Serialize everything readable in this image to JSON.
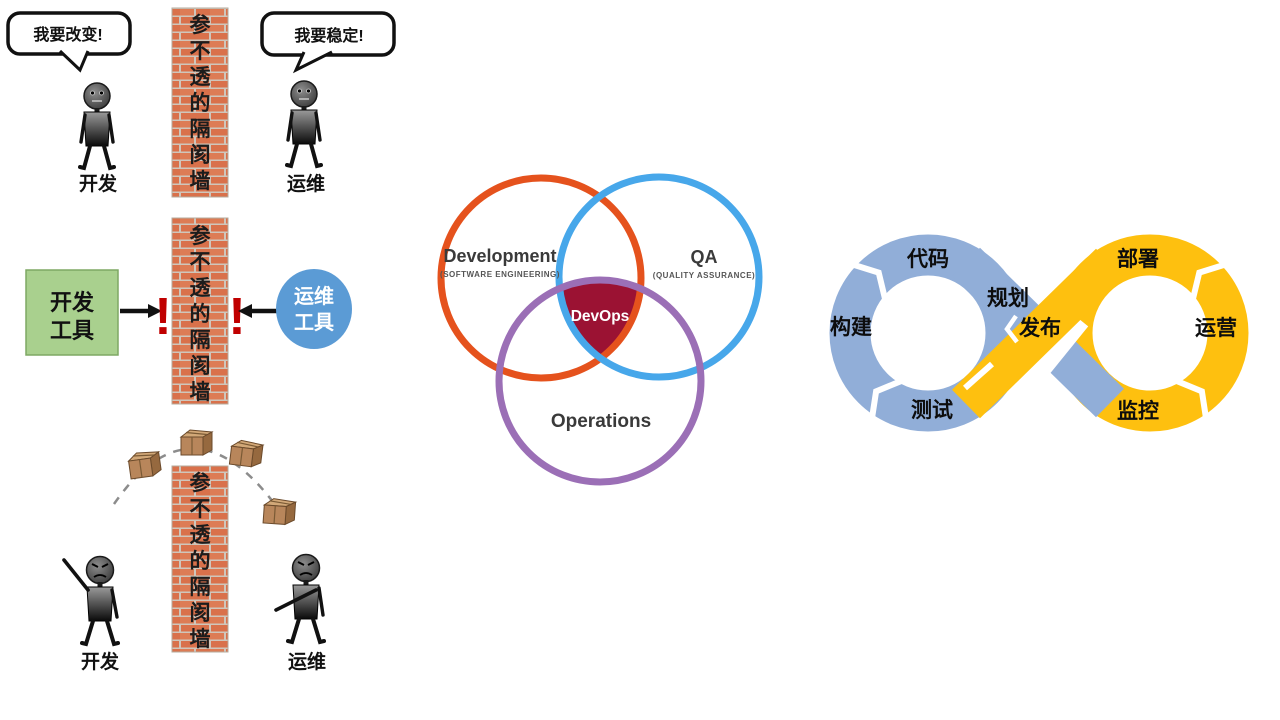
{
  "figure": {
    "scene1": {
      "dev_bubble": "我要改变!",
      "ops_bubble": "我要稳定!",
      "dev_label": "开发",
      "ops_label": "运维"
    },
    "wall_text": "参不透的隔阂墙",
    "scene2": {
      "dev_tools_line1": "开发",
      "dev_tools_line2": "工具",
      "ops_tools_line1": "运维",
      "ops_tools_line2": "工具",
      "warning_mark": "!"
    },
    "scene3": {
      "dev_label": "开发",
      "ops_label": "运维"
    },
    "venn": {
      "dev_title": "Development",
      "dev_subtitle": "(SOFTWARE ENGINEERING)",
      "qa_title": "QA",
      "qa_subtitle": "(QUALITY ASSURANCE)",
      "ops_title": "Operations",
      "center_label": "DevOps"
    },
    "loop": {
      "plan": "规划",
      "code": "代码",
      "build": "构建",
      "test": "测试",
      "release": "发布",
      "deploy": "部署",
      "operate": "运营",
      "monitor": "监控"
    },
    "colors": {
      "venn_dev": "#E5521D",
      "venn_qa": "#47A7EA",
      "venn_ops": "#9B6FB6",
      "venn_center": "#9B1233",
      "loop_dev_side": "#91AED8",
      "loop_ops_side": "#FEC00F",
      "dev_tools_fill": "#A9D08E",
      "ops_tools_fill": "#5B9BD5",
      "warning": "#C00000",
      "brick": "#D9714B",
      "mortar": "#CFC6BB"
    }
  }
}
